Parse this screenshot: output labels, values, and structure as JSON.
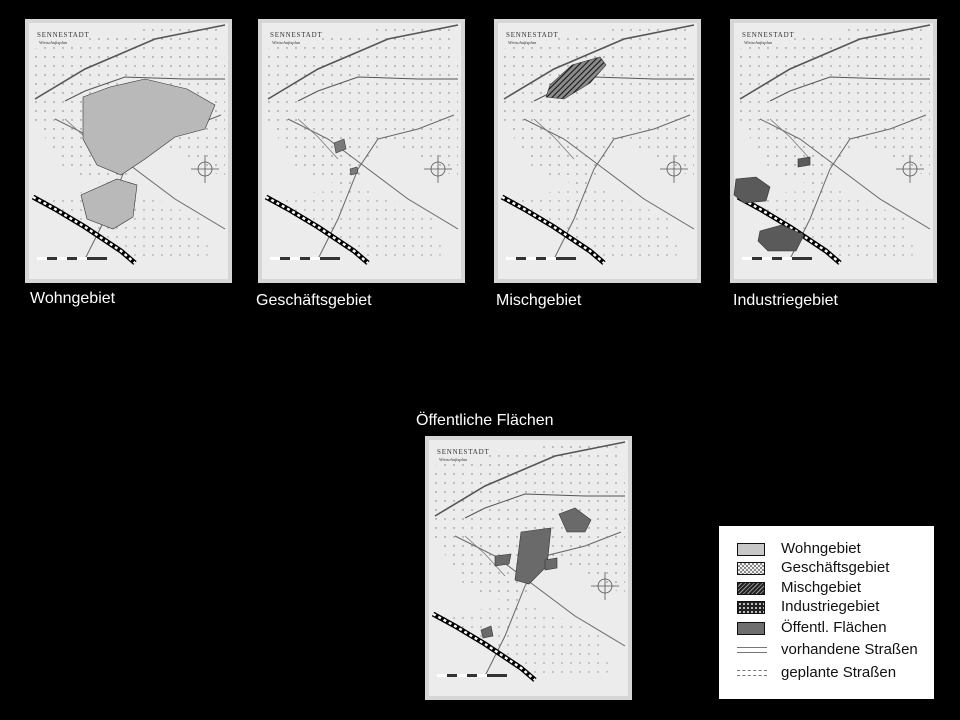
{
  "maps": [
    {
      "caption": "Wohngebiet",
      "title": "SENNESTADT",
      "subtitle": "Wirtschaftsplan",
      "highlight": "residential"
    },
    {
      "caption": "Geschäftsgebiet",
      "title": "SENNESTADT",
      "subtitle": "Wirtschaftsplan",
      "highlight": "commercial"
    },
    {
      "caption": "Mischgebiet",
      "title": "SENNESTADT",
      "subtitle": "Wirtschaftsplan",
      "highlight": "mixed"
    },
    {
      "caption": "Industriegebiet",
      "title": "SENNESTADT",
      "subtitle": "Wirtschaftsplan",
      "highlight": "industrial"
    },
    {
      "caption": "Öffentliche Flächen",
      "title": "SENNESTADT",
      "subtitle": "Wirtschaftsplan",
      "highlight": "public"
    }
  ],
  "legend": {
    "items": [
      {
        "label": "Wohngebiet",
        "pattern": "light-gray"
      },
      {
        "label": "Geschäftsgebiet",
        "pattern": "checker"
      },
      {
        "label": "Mischgebiet",
        "pattern": "dark-hatch"
      },
      {
        "label": "Industriegebiet",
        "pattern": "dark-checker"
      },
      {
        "label": "Öffentl. Flächen",
        "pattern": "dark-gray"
      },
      {
        "label": "vorhandene Straßen",
        "pattern": "double-line"
      },
      {
        "label": "geplante Straßen",
        "pattern": "dashed-line"
      }
    ]
  },
  "colors": {
    "background": "#000000",
    "map_paper": "#ececec",
    "fill_light": "#bdbdbd",
    "fill_dark": "#6e6e6e"
  }
}
